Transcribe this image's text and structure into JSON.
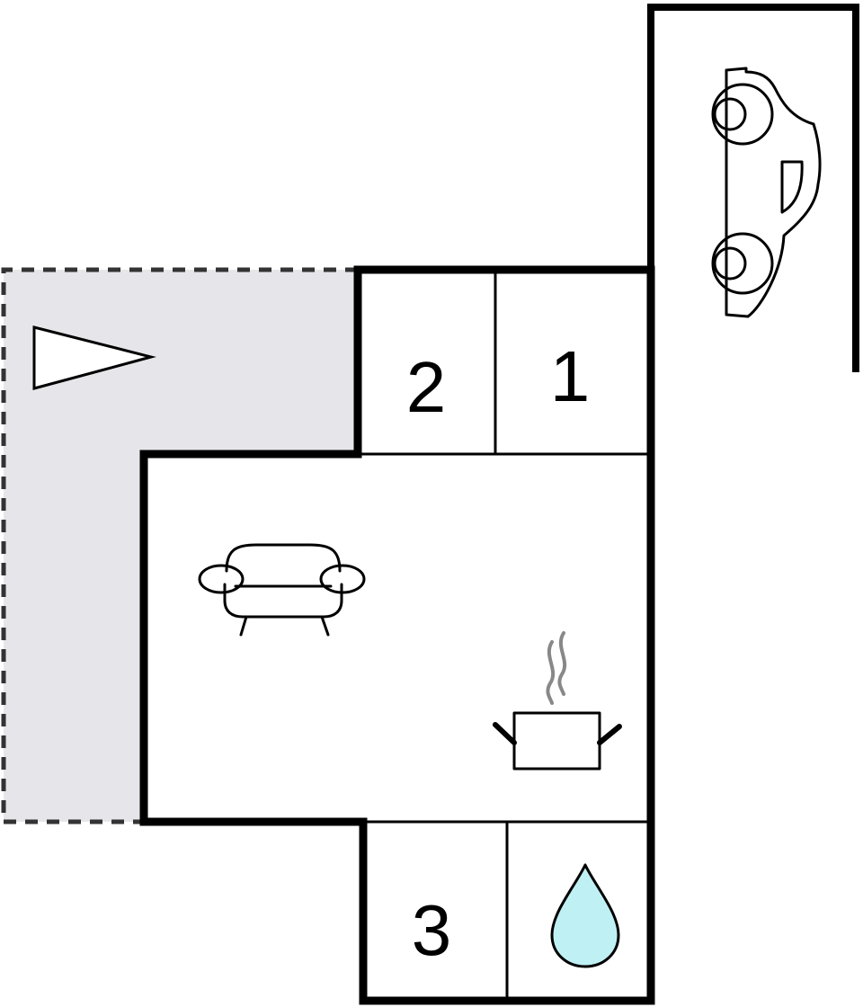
{
  "rooms": {
    "bedroom_2": {
      "number": "2"
    },
    "bedroom_1": {
      "number": "1"
    },
    "bedroom_3": {
      "number": "3"
    }
  },
  "icons": {
    "terrace": "triangle-marker-icon",
    "parking": "car-icon",
    "living": "sofa-icon",
    "kitchen": "cooking-pot-icon",
    "bathroom": "water-drop-icon"
  },
  "colors": {
    "walls": "#000000",
    "terrace_fill": "#e6e6ea",
    "terrace_border": "#333333",
    "water_drop": "#bff0f4",
    "steam": "#888888"
  }
}
